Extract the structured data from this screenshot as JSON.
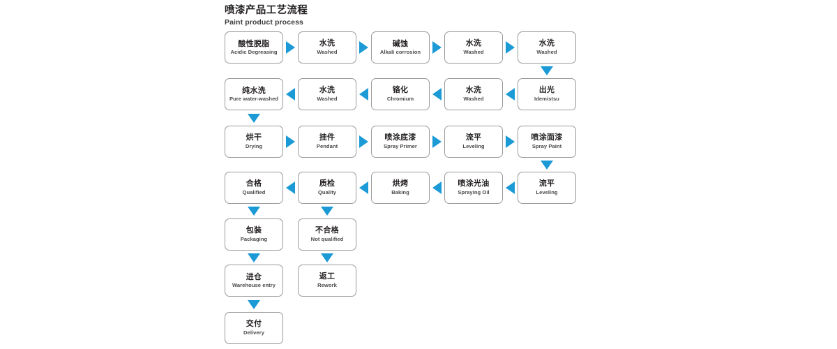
{
  "title": {
    "cn": "喷漆产品工艺流程",
    "en": "Paint product process"
  },
  "colors": {
    "arrow": "#1b9ad6",
    "box_border": "#9a9a9a",
    "text_cn": "#231f20",
    "text_en": "#4a4a4a",
    "background": "#ffffff"
  },
  "diagram": {
    "type": "flowchart",
    "flow_description": "Serpentine (boustrophedon) left-to-right then right-to-left process flow with two terminal branches from quality inspection.",
    "nodes": [
      {
        "id": "n1",
        "cn": "酸性脱脂",
        "en": "Acidic Degreasing",
        "row": 1,
        "col": 1
      },
      {
        "id": "n2",
        "cn": "水洗",
        "en": "Washed",
        "row": 1,
        "col": 2
      },
      {
        "id": "n3",
        "cn": "碱蚀",
        "en": "Alkali corrosion",
        "row": 1,
        "col": 3
      },
      {
        "id": "n4",
        "cn": "水洗",
        "en": "Washed",
        "row": 1,
        "col": 4
      },
      {
        "id": "n5",
        "cn": "水洗",
        "en": "Washed",
        "row": 1,
        "col": 5
      },
      {
        "id": "n6",
        "cn": "出光",
        "en": "Idemistsu",
        "row": 2,
        "col": 5
      },
      {
        "id": "n7",
        "cn": "水洗",
        "en": "Washed",
        "row": 2,
        "col": 4
      },
      {
        "id": "n8",
        "cn": "铬化",
        "en": "Chromium",
        "row": 2,
        "col": 3
      },
      {
        "id": "n9",
        "cn": "水洗",
        "en": "Washed",
        "row": 2,
        "col": 2
      },
      {
        "id": "n10",
        "cn": "纯水洗",
        "en": "Pure water-washed",
        "row": 2,
        "col": 1
      },
      {
        "id": "n11",
        "cn": "烘干",
        "en": "Drying",
        "row": 3,
        "col": 1
      },
      {
        "id": "n12",
        "cn": "挂件",
        "en": "Pendant",
        "row": 3,
        "col": 2
      },
      {
        "id": "n13",
        "cn": "喷涂底漆",
        "en": "Spray Primer",
        "row": 3,
        "col": 3
      },
      {
        "id": "n14",
        "cn": "流平",
        "en": "Leveling",
        "row": 3,
        "col": 4
      },
      {
        "id": "n15",
        "cn": "喷涂面漆",
        "en": "Spray Paint",
        "row": 3,
        "col": 5
      },
      {
        "id": "n16",
        "cn": "流平",
        "en": "Leveling",
        "row": 4,
        "col": 5
      },
      {
        "id": "n17",
        "cn": "喷涂光油",
        "en": "Spraying Oil",
        "row": 4,
        "col": 4
      },
      {
        "id": "n18",
        "cn": "烘烤",
        "en": "Baking",
        "row": 4,
        "col": 3
      },
      {
        "id": "n19",
        "cn": "质检",
        "en": "Quality",
        "row": 4,
        "col": 2
      },
      {
        "id": "n20",
        "cn": "合格",
        "en": "Qualified",
        "row": 4,
        "col": 1
      },
      {
        "id": "n21",
        "cn": "包装",
        "en": "Packaging",
        "row": 5,
        "col": 1
      },
      {
        "id": "n22",
        "cn": "不合格",
        "en": "Not qualified",
        "row": 5,
        "col": 2
      },
      {
        "id": "n23",
        "cn": "进仓",
        "en": "Warehouse entry",
        "row": 6,
        "col": 1
      },
      {
        "id": "n24",
        "cn": "返工",
        "en": "Rework",
        "row": 6,
        "col": 2
      },
      {
        "id": "n25",
        "cn": "交付",
        "en": "Delivery",
        "row": 7,
        "col": 1
      }
    ],
    "arrows": [
      {
        "id": "a1",
        "direction": "right",
        "from": "n1",
        "to": "n2"
      },
      {
        "id": "a2",
        "direction": "right",
        "from": "n2",
        "to": "n3"
      },
      {
        "id": "a3",
        "direction": "right",
        "from": "n3",
        "to": "n4"
      },
      {
        "id": "a4",
        "direction": "right",
        "from": "n4",
        "to": "n5"
      },
      {
        "id": "a5",
        "direction": "down",
        "from": "n5",
        "to": "n6"
      },
      {
        "id": "a6",
        "direction": "left",
        "from": "n6",
        "to": "n7"
      },
      {
        "id": "a7",
        "direction": "left",
        "from": "n7",
        "to": "n8"
      },
      {
        "id": "a8",
        "direction": "left",
        "from": "n8",
        "to": "n9"
      },
      {
        "id": "a9",
        "direction": "left",
        "from": "n9",
        "to": "n10"
      },
      {
        "id": "a10",
        "direction": "down",
        "from": "n10",
        "to": "n11"
      },
      {
        "id": "a11",
        "direction": "right",
        "from": "n11",
        "to": "n12"
      },
      {
        "id": "a12",
        "direction": "right",
        "from": "n12",
        "to": "n13"
      },
      {
        "id": "a13",
        "direction": "right",
        "from": "n13",
        "to": "n14"
      },
      {
        "id": "a14",
        "direction": "right",
        "from": "n14",
        "to": "n15"
      },
      {
        "id": "a15",
        "direction": "down",
        "from": "n15",
        "to": "n16"
      },
      {
        "id": "a16",
        "direction": "left",
        "from": "n16",
        "to": "n17"
      },
      {
        "id": "a17",
        "direction": "left",
        "from": "n17",
        "to": "n18"
      },
      {
        "id": "a18",
        "direction": "left",
        "from": "n18",
        "to": "n19"
      },
      {
        "id": "a19",
        "direction": "left",
        "from": "n19",
        "to": "n20"
      },
      {
        "id": "a20",
        "direction": "down",
        "from": "n20",
        "to": "n21"
      },
      {
        "id": "a21",
        "direction": "down",
        "from": "n19",
        "to": "n22"
      },
      {
        "id": "a22",
        "direction": "down",
        "from": "n21",
        "to": "n23"
      },
      {
        "id": "a23",
        "direction": "down",
        "from": "n22",
        "to": "n24"
      },
      {
        "id": "a24",
        "direction": "down",
        "from": "n23",
        "to": "n25"
      }
    ]
  }
}
